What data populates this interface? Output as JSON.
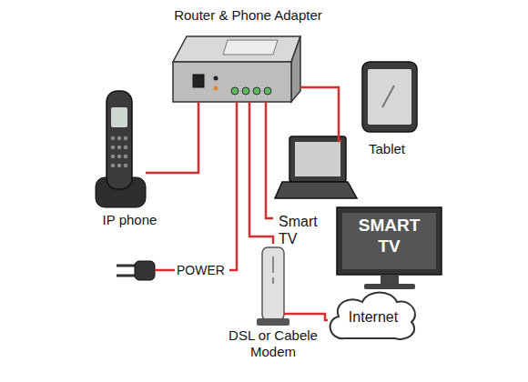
{
  "diagram": {
    "nodes": [
      {
        "text": [
          "Router & Phone Adapter"
        ]
      },
      {
        "text": [
          "IP phone"
        ]
      },
      {
        "text": [
          "Tablet"
        ]
      },
      {
        "text": [
          "Smart TV"
        ]
      },
      {
        "text": [
          "SMART TV"
        ]
      },
      {
        "text": [
          "POWER"
        ]
      },
      {
        "text": [
          "DSL or Cabele Modem"
        ]
      },
      {
        "text": [
          "Internet"
        ]
      }
    ],
    "edges": [
      {
        "from": 0,
        "to": 1,
        "arrow": "none"
      },
      {
        "from": 0,
        "to": 2,
        "arrow": "none"
      },
      {
        "from": 0,
        "to": 3,
        "arrow": "none"
      },
      {
        "from": 0,
        "to": 5,
        "arrow": "none"
      },
      {
        "from": 0,
        "to": 6,
        "arrow": "none"
      },
      {
        "from": 6,
        "to": 7,
        "arrow": "none"
      }
    ]
  }
}
